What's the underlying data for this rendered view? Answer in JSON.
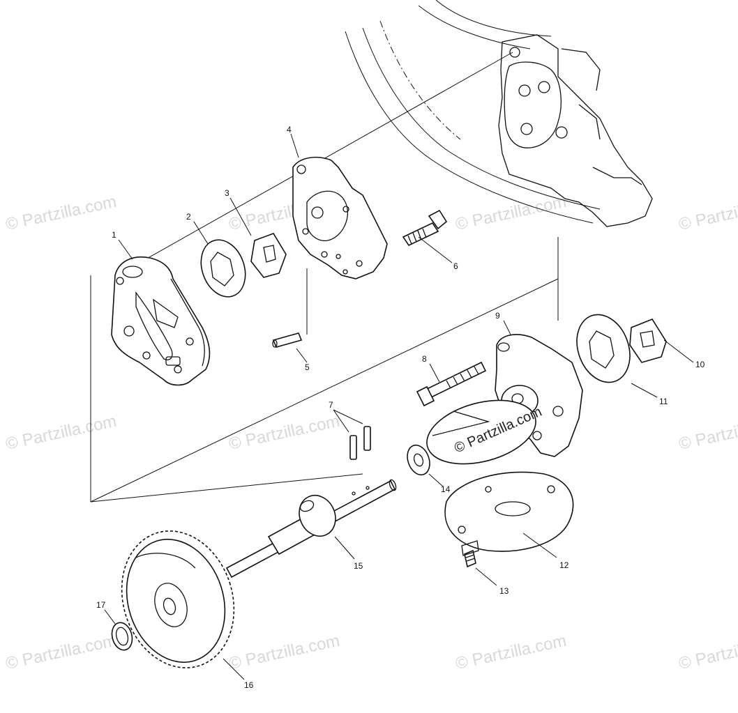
{
  "watermark": {
    "text": "© Partzilla.com",
    "center_text": "© Partzilla.com"
  },
  "callouts": [
    {
      "id": "1",
      "label": "1"
    },
    {
      "id": "2",
      "label": "2"
    },
    {
      "id": "3",
      "label": "3"
    },
    {
      "id": "4",
      "label": "4"
    },
    {
      "id": "5",
      "label": "5"
    },
    {
      "id": "6",
      "label": "6"
    },
    {
      "id": "7",
      "label": "7"
    },
    {
      "id": "8",
      "label": "8"
    },
    {
      "id": "9",
      "label": "9"
    },
    {
      "id": "10",
      "label": "10"
    },
    {
      "id": "11",
      "label": "11"
    },
    {
      "id": "12",
      "label": "12"
    },
    {
      "id": "13",
      "label": "13"
    },
    {
      "id": "14",
      "label": "14"
    },
    {
      "id": "15",
      "label": "15"
    },
    {
      "id": "16",
      "label": "16"
    },
    {
      "id": "17",
      "label": "17"
    }
  ]
}
